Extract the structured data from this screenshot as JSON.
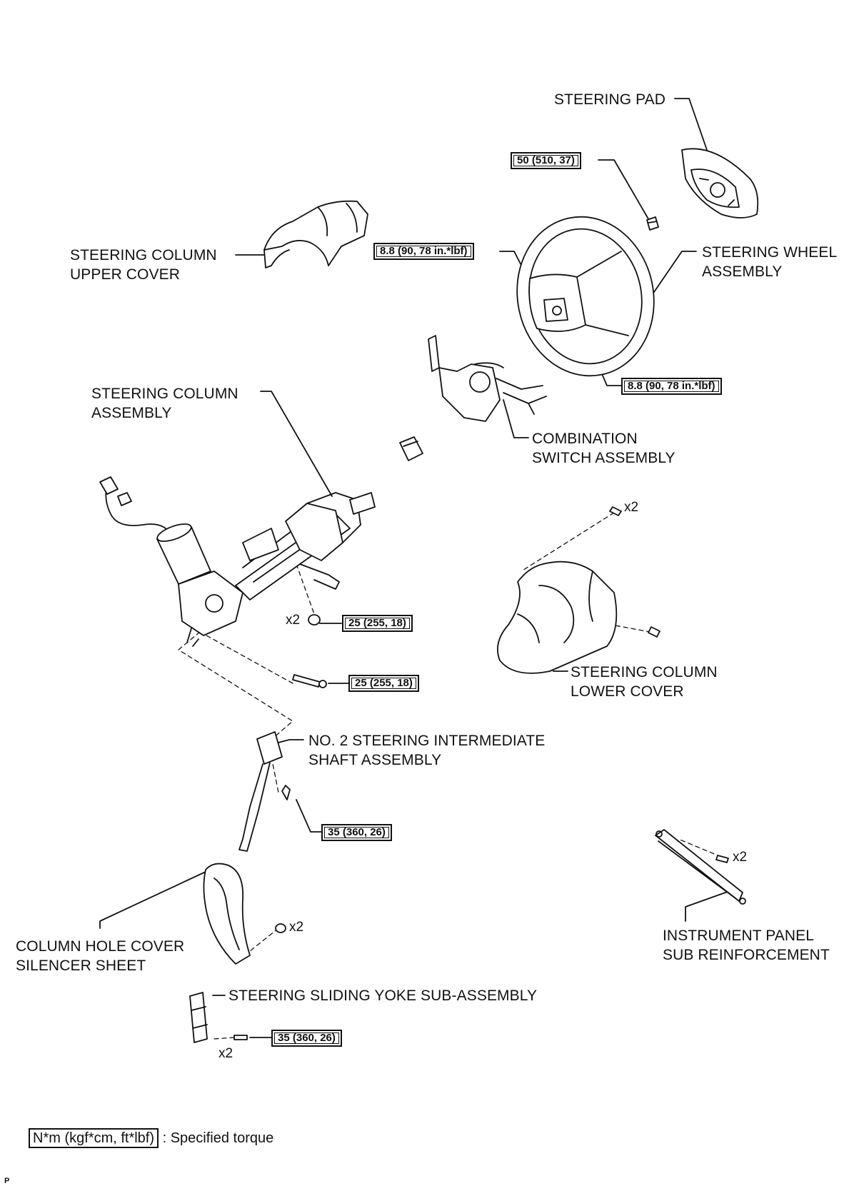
{
  "labels": {
    "steering_pad": "STEERING PAD",
    "steering_wheel_assembly": [
      "STEERING WHEEL",
      "ASSEMBLY"
    ],
    "steering_column_upper_cover": [
      "STEERING COLUMN",
      "UPPER COVER"
    ],
    "combination_switch_assembly": [
      "COMBINATION",
      "SWITCH ASSEMBLY"
    ],
    "steering_column_assembly": [
      "STEERING COLUMN",
      "ASSEMBLY"
    ],
    "steering_column_lower_cover": [
      "STEERING COLUMN",
      "LOWER COVER"
    ],
    "no2_intermediate_shaft": [
      "NO. 2 STEERING INTERMEDIATE",
      "SHAFT ASSEMBLY"
    ],
    "column_hole_cover": [
      "COLUMN HOLE COVER",
      "SILENCER SHEET"
    ],
    "instrument_panel_sub_reinforcement": [
      "INSTRUMENT PANEL",
      "SUB REINFORCEMENT"
    ],
    "steering_sliding_yoke": "STEERING SLIDING YOKE SUB-ASSEMBLY"
  },
  "torques": {
    "steering_wheel_nut": "50 (510, 37)",
    "wheel_screw_left": "8.8 (90, 78 in.*lbf)",
    "wheel_screw_right": "8.8 (90, 78 in.*lbf)",
    "column_nut": "25 (255, 18)",
    "column_bolt": "25 (255, 18)",
    "intermediate_shaft_bolt": "35 (360, 26)",
    "sliding_yoke_bolt": "35 (360, 26)"
  },
  "quantities": {
    "lower_cover_screw": "x2",
    "column_nut": "x2",
    "reinforcement_bolt": "x2",
    "silencer_clip": "x2",
    "yoke_bolt": "x2"
  },
  "legend": {
    "box": "N*m (kgf*cm, ft*lbf)",
    "text": ": Specified torque"
  },
  "footer": "P"
}
